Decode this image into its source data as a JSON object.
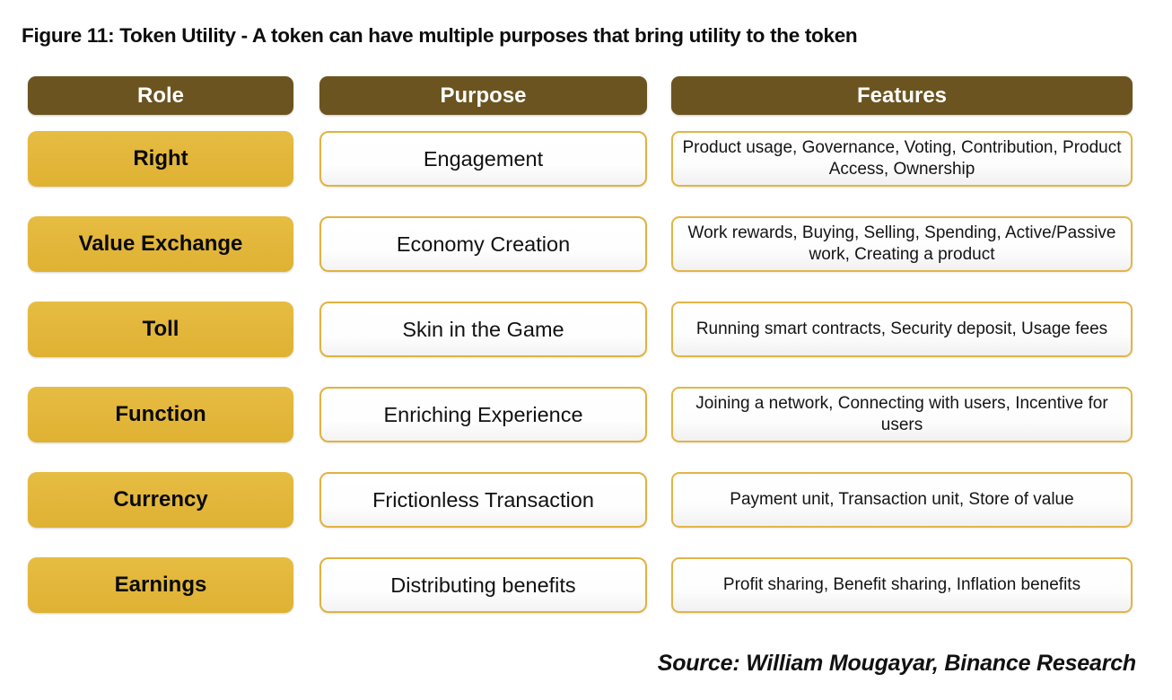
{
  "figure": {
    "title": "Figure 11: Token Utility - A token can have multiple purposes that bring utility to the token",
    "source": "Source: William Mougayar, Binance Research"
  },
  "colors": {
    "header_background": "#6B5420",
    "header_text": "#FFFFFF",
    "role_background": "#E2B63A",
    "role_text": "#0A0A0A",
    "cell_border": "#E0B340",
    "cell_background": "#FFFFFF",
    "cell_text": "#111111",
    "page_background": "#FFFFFF",
    "title_text": "#0D0D0D"
  },
  "chart_data": {
    "type": "table",
    "title": "Figure 11: Token Utility - A token can have multiple purposes that bring utility to the token",
    "columns": [
      "Role",
      "Purpose",
      "Features"
    ],
    "rows": [
      {
        "role": "Right",
        "purpose": "Engagement",
        "features": "Product usage, Governance, Voting, Contribution, Product Access, Ownership"
      },
      {
        "role": "Value Exchange",
        "purpose": "Economy Creation",
        "features": "Work rewards, Buying, Selling, Spending, Active/Passive work, Creating a product"
      },
      {
        "role": "Toll",
        "purpose": "Skin in the Game",
        "features": "Running smart contracts, Security deposit, Usage fees"
      },
      {
        "role": "Function",
        "purpose": "Enriching Experience",
        "features": "Joining a network, Connecting with users, Incentive for users"
      },
      {
        "role": "Currency",
        "purpose": "Frictionless Transaction",
        "features": "Payment unit, Transaction unit, Store of value"
      },
      {
        "role": "Earnings",
        "purpose": "Distributing benefits",
        "features": "Profit sharing, Benefit sharing, Inflation benefits"
      }
    ],
    "source": "Source: William Mougayar, Binance Research"
  }
}
